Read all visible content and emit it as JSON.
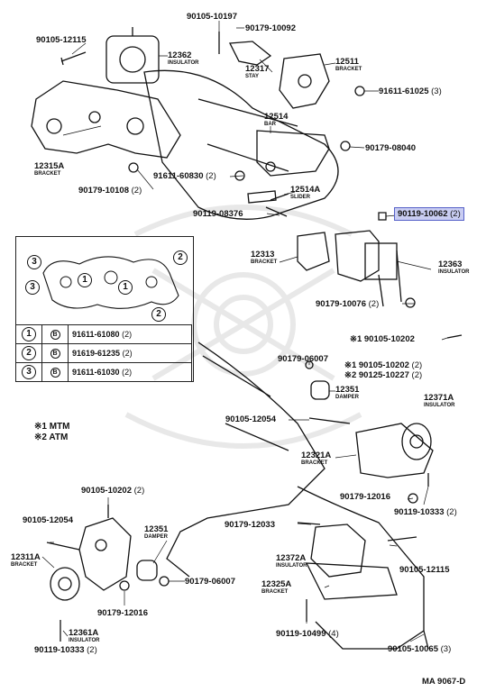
{
  "labels": {
    "p90105_10197": "90105-10197",
    "p90179_10092": "90179-10092",
    "p90105_12115_top": "90105-12115",
    "p12362": "12362",
    "insulator": "INSULATOR",
    "p12317": "12317",
    "stay": "STAY",
    "p12511": "12511",
    "bracket": "BRACKET",
    "p91611_61025": "91611-61025",
    "q3": "(3)",
    "q2": "(2)",
    "q4": "(4)",
    "p12315A": "12315A",
    "p12514": "12514",
    "bar": "BAR",
    "p90179_08040": "90179-08040",
    "p91611_60830": "91611-60830",
    "p90179_10108": "90179-10108",
    "p12514A": "12514A",
    "slider": "SLIDER",
    "p90119_08376": "90119-08376",
    "p90119_10062": "90119-10062",
    "p12313": "12313",
    "p12363": "12363",
    "p90179_10076": "90179-10076",
    "star1": "※1",
    "star2": "※2",
    "p90105_10202": "90105-10202",
    "p90179_06007": "90179-06007",
    "p90125_10227": "90125-10227",
    "p12351": "12351",
    "damper": "DAMPER",
    "p12371A": "12371A",
    "p90105_12054": "90105-12054",
    "p12321A": "12321A",
    "p90179_12016": "90179-12016",
    "p90119_10333": "90119-10333",
    "p90179_12033": "90179-12033",
    "p12372A": "12372A",
    "p90105_12115": "90105-12115",
    "p12325A": "12325A",
    "p90119_10499": "90119-10499",
    "p90105_10065": "90105-10065",
    "p12311A": "12311A",
    "p12361A": "12361A",
    "footer_code": "MA 9067-D"
  },
  "legend": {
    "rows": [
      {
        "num": "1",
        "code": "B",
        "part": "91611-61080",
        "qty": "(2)"
      },
      {
        "num": "2",
        "code": "B",
        "part": "91619-61235",
        "qty": "(2)"
      },
      {
        "num": "3",
        "code": "B",
        "part": "91611-61030",
        "qty": "(2)"
      }
    ]
  },
  "notes": {
    "n1_mark": "※1",
    "n1_text": "MTM",
    "n2_mark": "※2",
    "n2_text": "ATM"
  },
  "colors": {
    "highlight_fill": "#c9cdf2",
    "highlight_border": "#5560c8",
    "ink": "#111111",
    "watermark": "#e6e6e6"
  }
}
